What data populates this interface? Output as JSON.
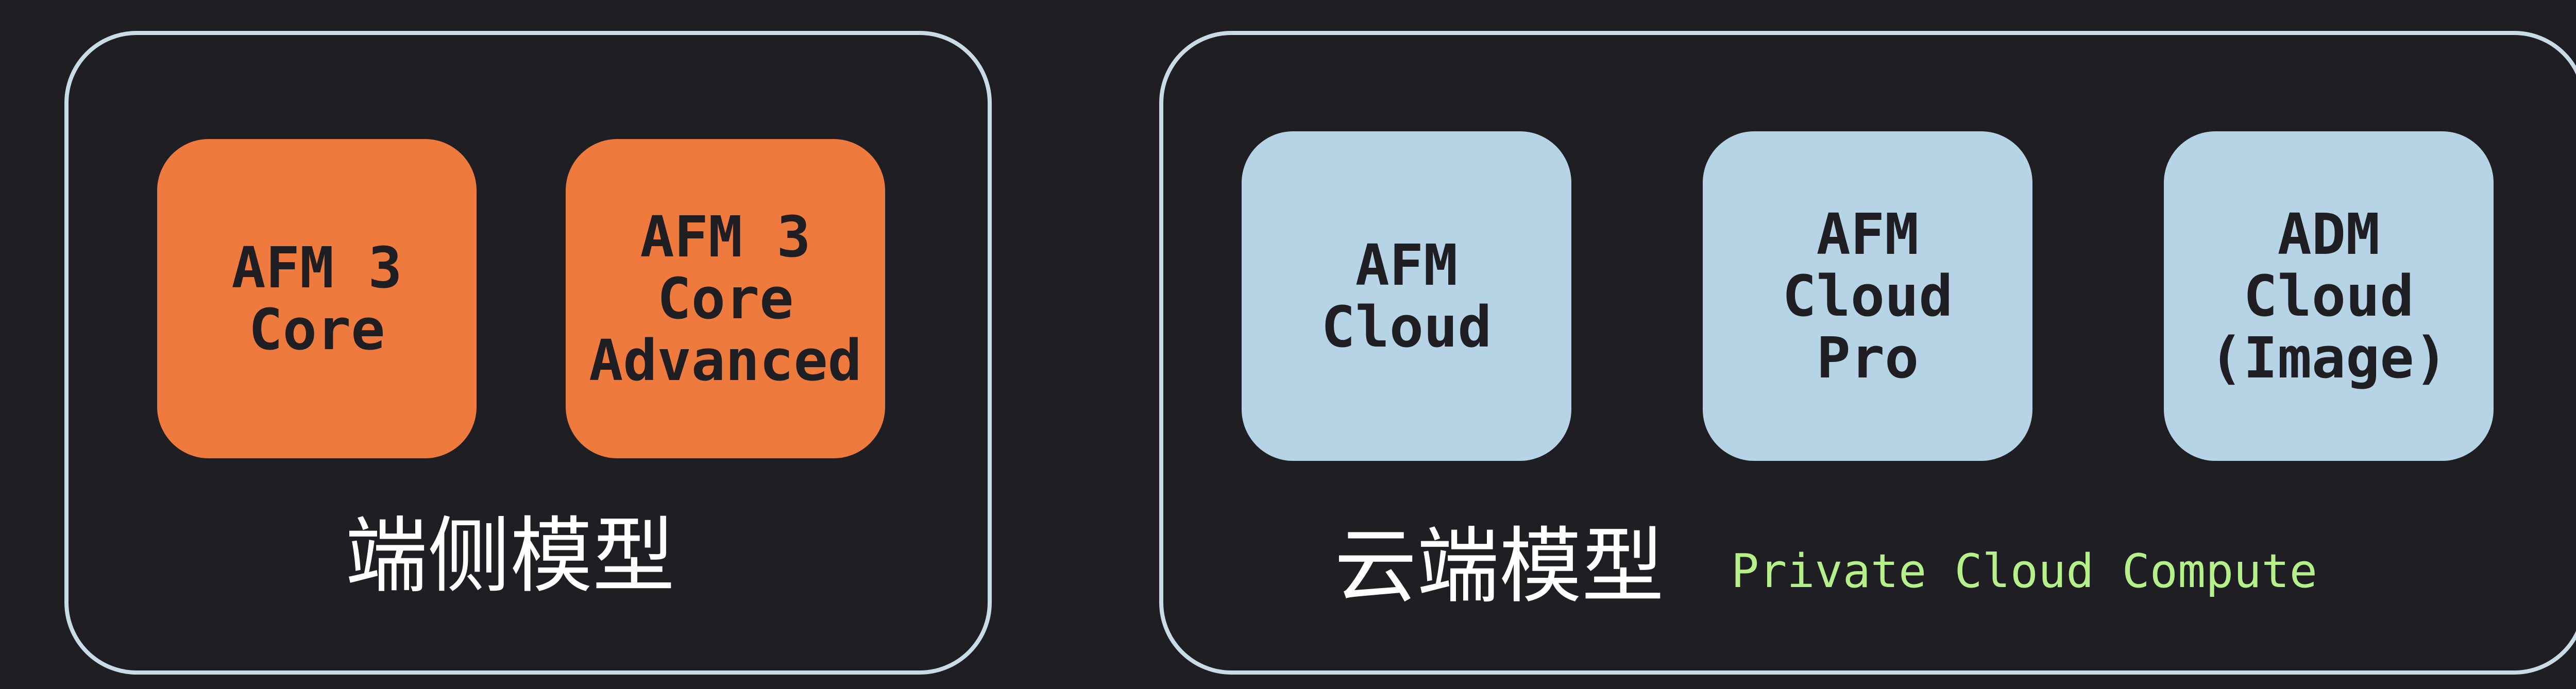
{
  "colors": {
    "background": "#1f1f23",
    "group_border": "#c9dbe6",
    "device_chip": "#ee7a3e",
    "cloud_chip": "#b7d4e6",
    "chip_text": "#1f1f23",
    "label_text": "#ffffff",
    "sublabel_text": "#b6f08a"
  },
  "device_group": {
    "label": "端侧模型",
    "chips": [
      {
        "label": "AFM 3\nCore"
      },
      {
        "label": "AFM 3\nCore\nAdvanced"
      }
    ]
  },
  "cloud_group": {
    "label": "云端模型",
    "sublabel": "Private Cloud Compute",
    "chips": [
      {
        "label": "AFM\nCloud"
      },
      {
        "label": "AFM\nCloud\nPro"
      },
      {
        "label": "ADM\nCloud\n(Image)"
      }
    ]
  }
}
